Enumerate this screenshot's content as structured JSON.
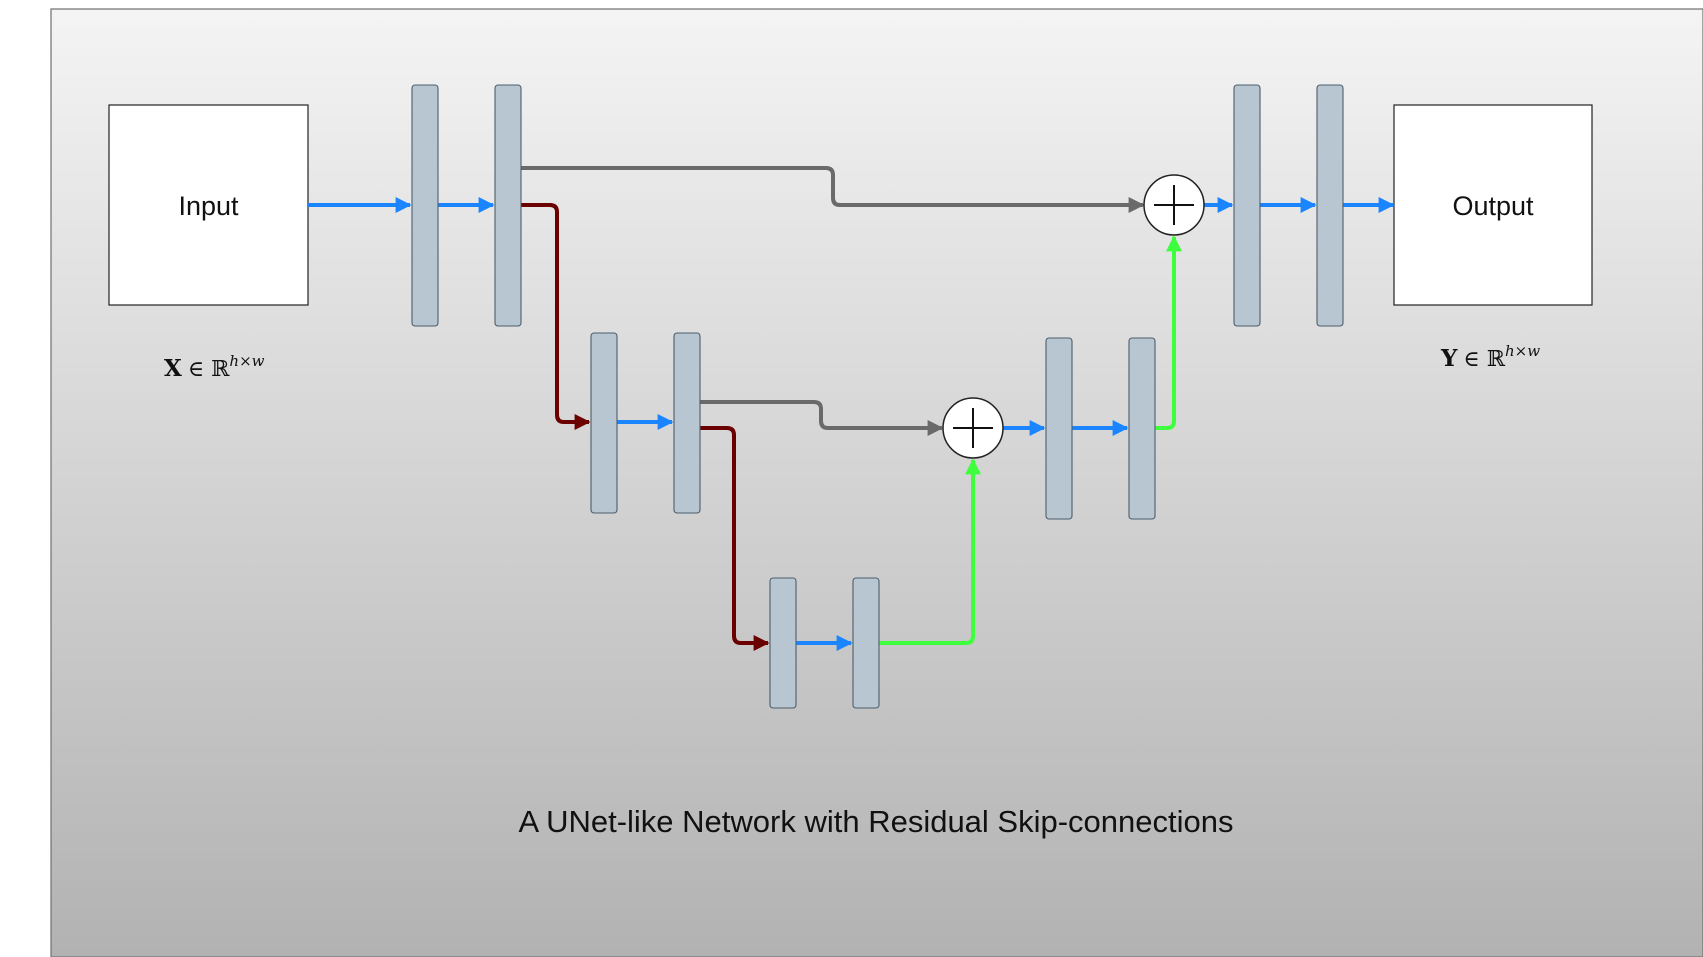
{
  "input": {
    "label": "Input",
    "math_var": "X",
    "math_rel": "∈ ℝ",
    "math_sup": "h×w"
  },
  "output": {
    "label": "Output",
    "math_var": "Y",
    "math_rel": "∈ ℝ",
    "math_sup": "h×w"
  },
  "caption": "A UNet-like Network with Residual Skip-connections",
  "colors": {
    "forward": "#1a85ff",
    "downsample": "#6b0000",
    "skip": "#6a6a6a",
    "upsample": "#3dff3d",
    "block_fill": "#b8c6d2",
    "panel_top": "#f4f4f4",
    "panel_bottom": "#b2b2b2"
  }
}
